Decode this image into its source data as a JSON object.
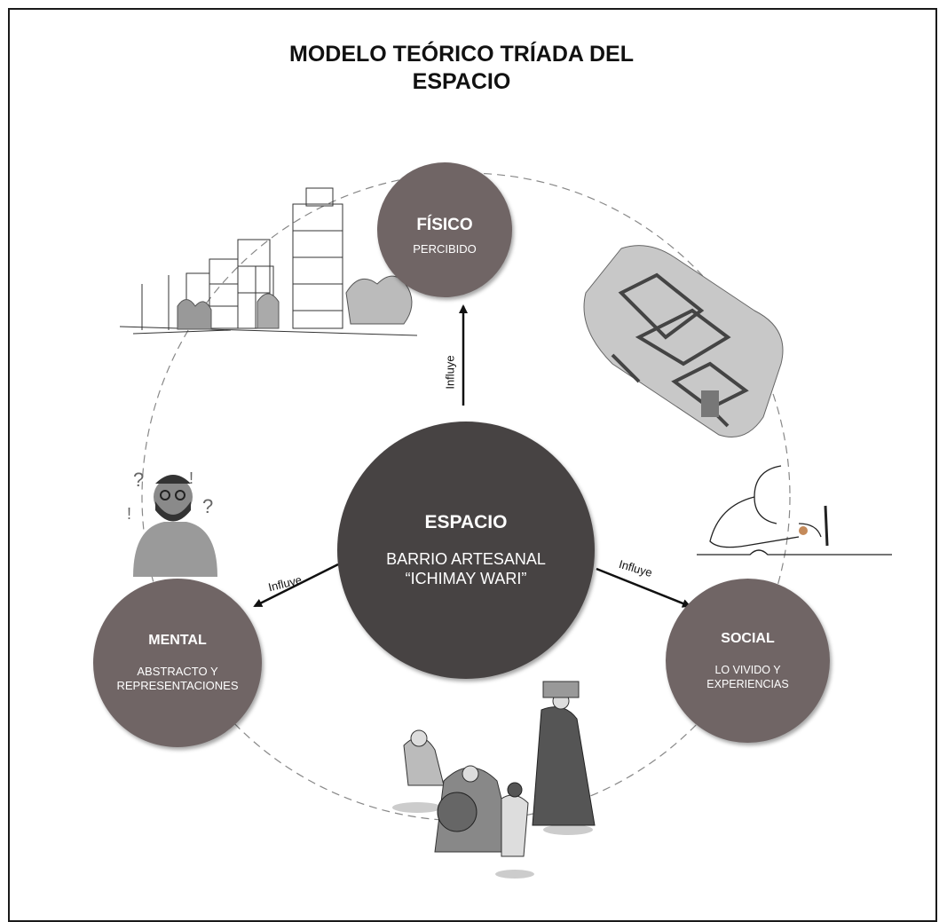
{
  "title": {
    "line1": "MODELO TEÓRICO TRÍADA DEL",
    "line2": "ESPACIO"
  },
  "nodes": {
    "fisico": {
      "head": "FÍSICO",
      "sub": "PERCIBIDO"
    },
    "espacio": {
      "head": "ESPACIO",
      "sub": "BARRIO ARTESANAL “ICHIMAY WARI”"
    },
    "mental": {
      "head": "MENTAL",
      "sub": "ABSTRACTO Y REPRESENTACIONES"
    },
    "social": {
      "head": "SOCIAL",
      "sub": "LO VIVIDO Y EXPERIENCIAS"
    }
  },
  "arrows": {
    "to_fisico": "Influye",
    "to_mental": "Influye",
    "to_social": "Influye"
  },
  "colors": {
    "node_outer": "#706565",
    "node_center": "#474343",
    "line": "#111111"
  },
  "illustrations": [
    "city-sketch",
    "maze-hand",
    "thinking-man",
    "artisan-sketch",
    "dancers"
  ]
}
